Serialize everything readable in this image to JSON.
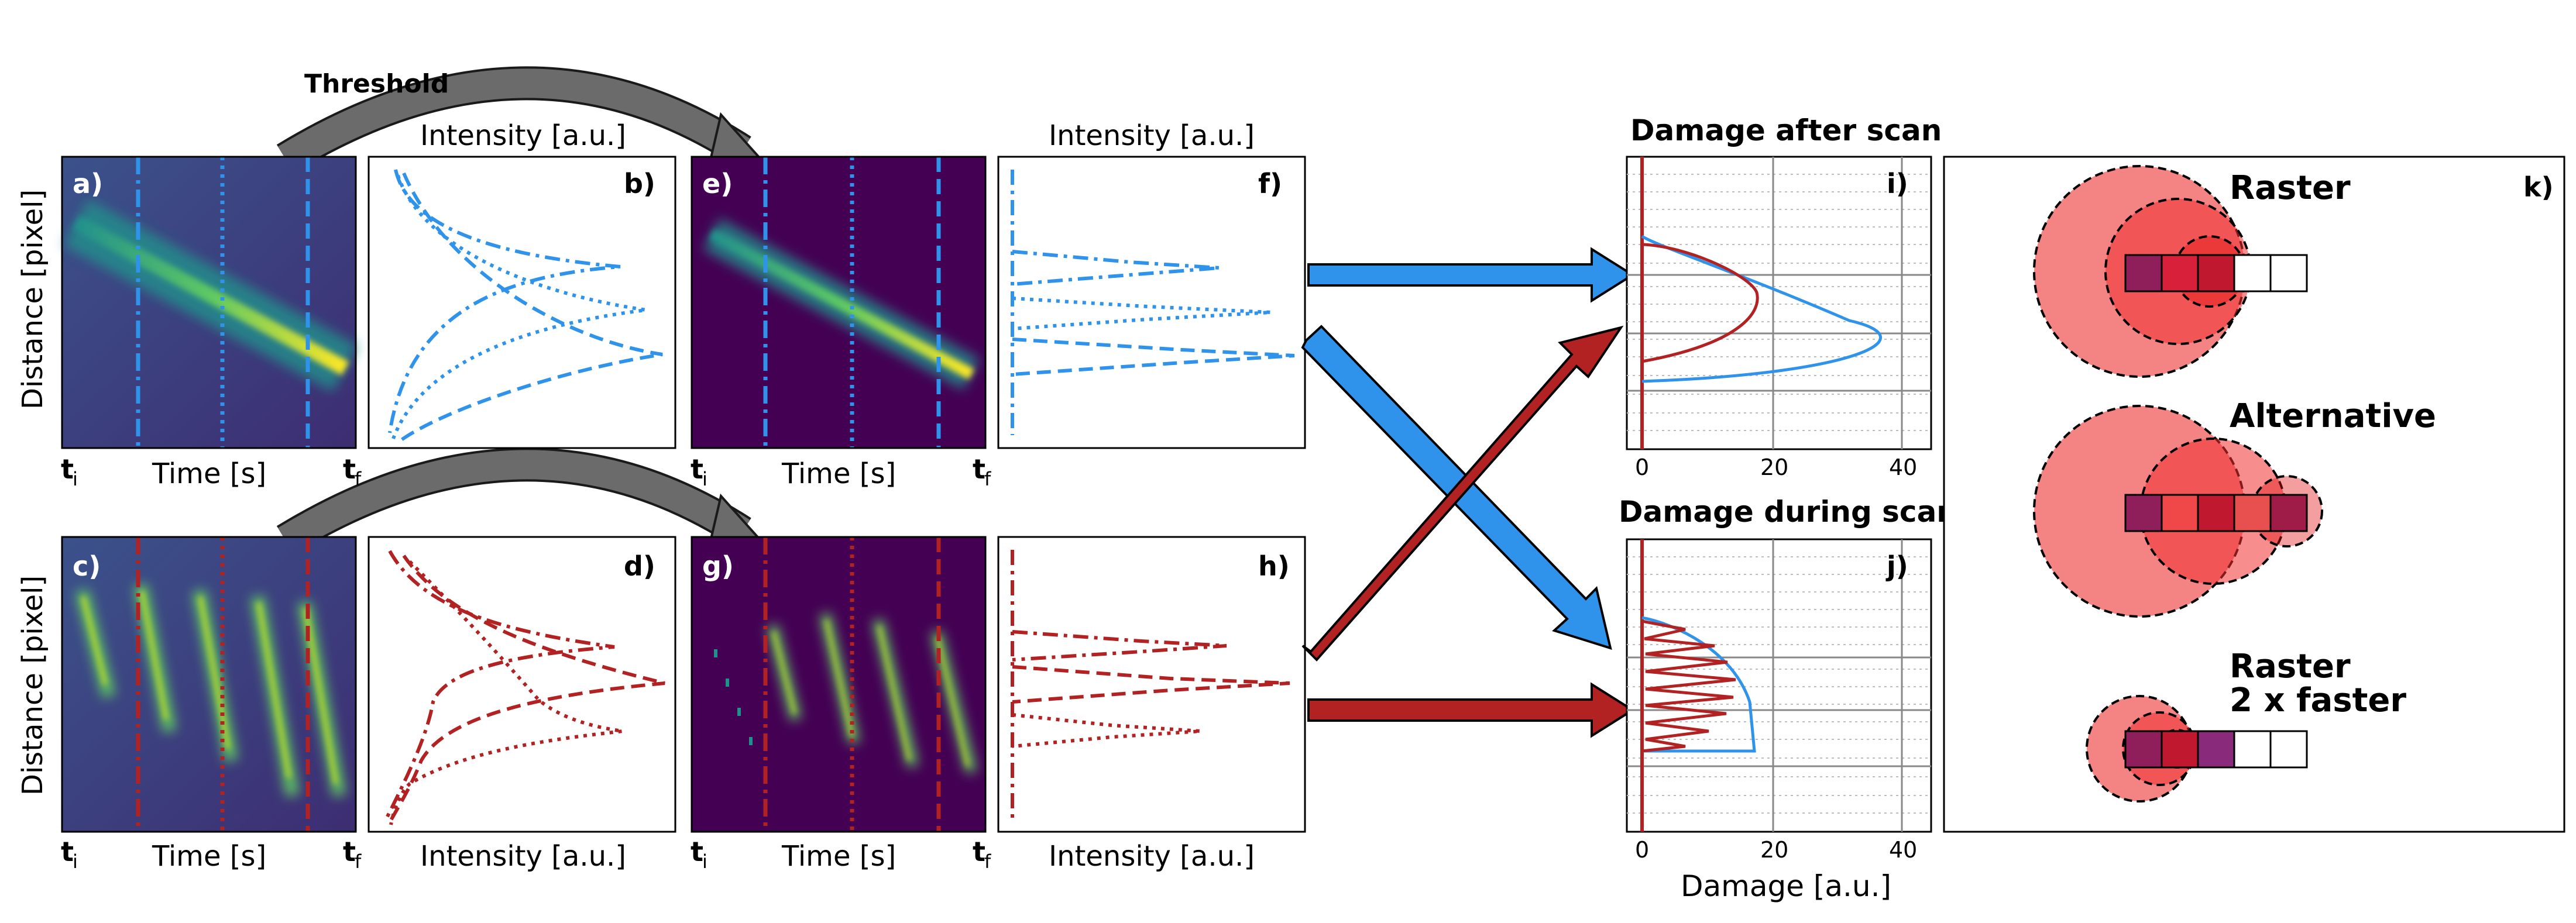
{
  "colors": {
    "blue": "#2f93ec",
    "red": "#b22222",
    "arrow_gray": "#6b6b6b",
    "dark_red": "#8e1f1f"
  },
  "top_arrow_label": "Threshold",
  "axis": {
    "distance": "Distance [pixel]",
    "time": "Time [s]",
    "intensity": "Intensity [a.u.]",
    "damage": "Damage [a.u.]",
    "ti": "t",
    "ti_sub": "i",
    "tf": "t",
    "tf_sub": "f"
  },
  "panels": {
    "a": "a)",
    "b": "b)",
    "c": "c)",
    "d": "d)",
    "e": "e)",
    "f": "f)",
    "g": "g)",
    "h": "h)",
    "i": "i)",
    "j": "j)",
    "k": "k)"
  },
  "damage_after": {
    "title": "Damage after scan",
    "ticks": [
      "0",
      "20",
      "40"
    ]
  },
  "damage_during": {
    "title": "Damage during scan",
    "ticks": [
      "0",
      "20",
      "40"
    ]
  },
  "panel_k": {
    "raster": "Raster",
    "alternative": "Alternative",
    "raster_faster_1": "Raster",
    "raster_faster_2": "2 x faster"
  }
}
